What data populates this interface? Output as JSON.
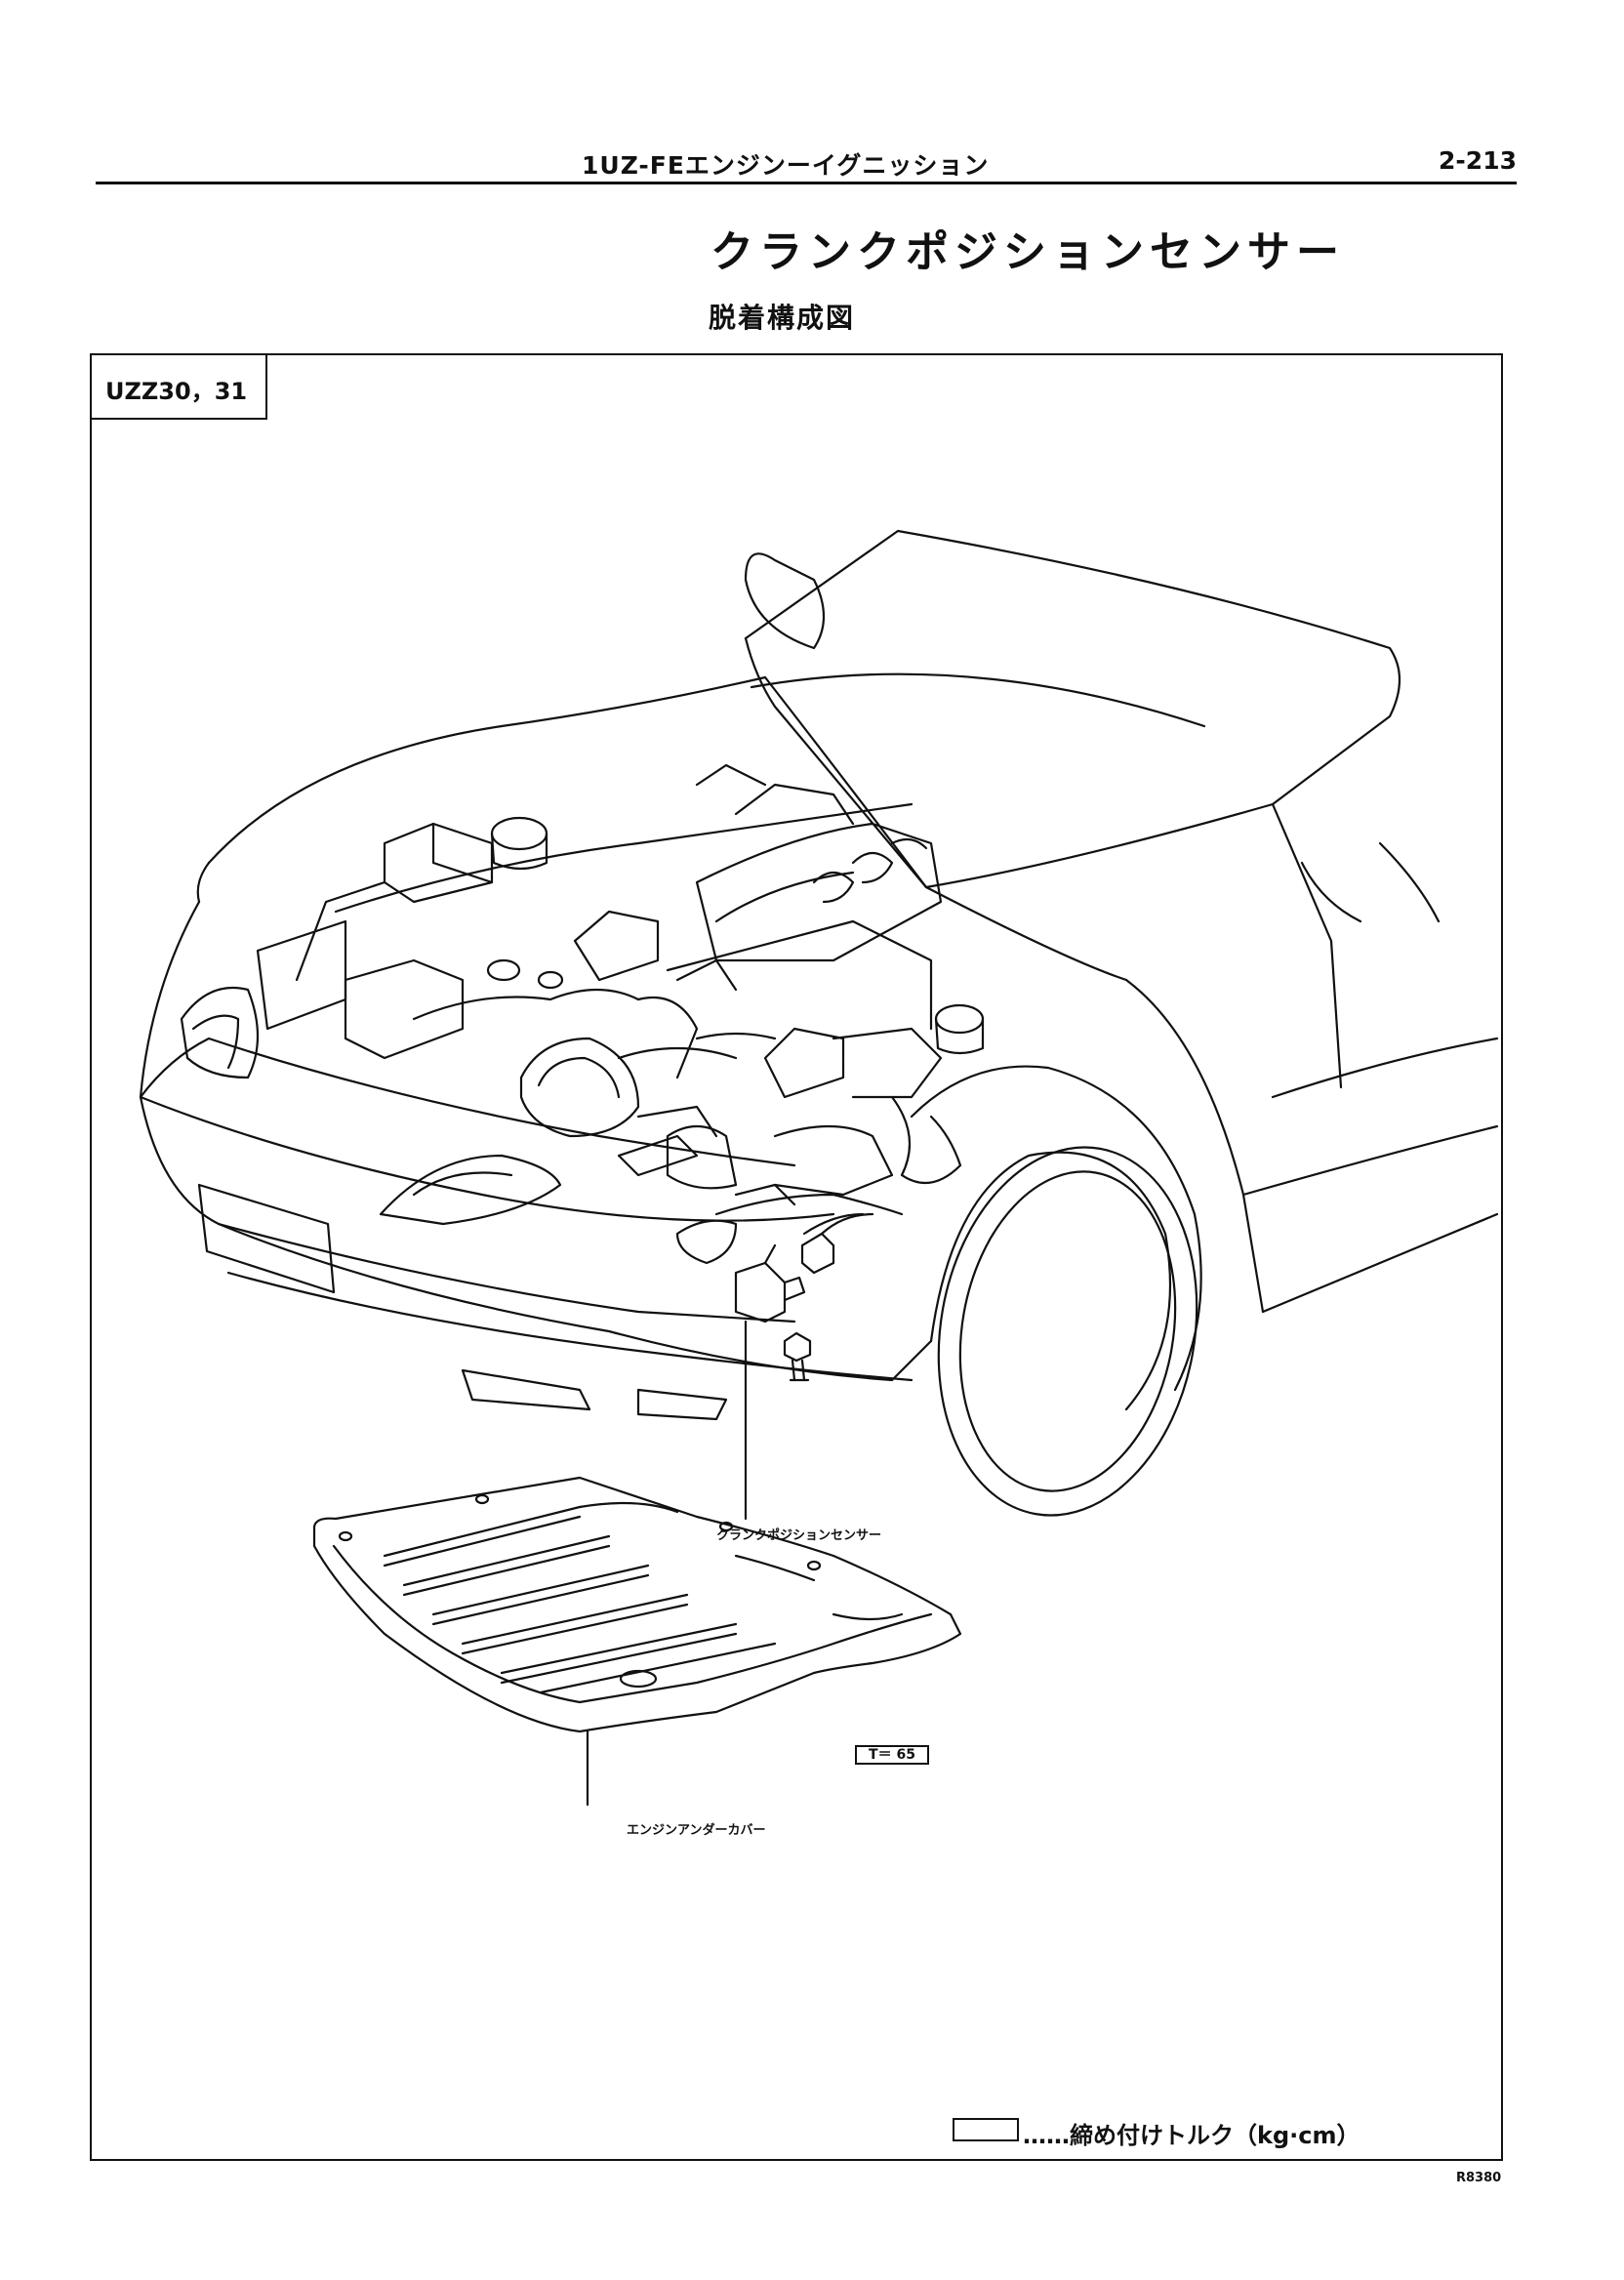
{
  "header": {
    "running_title": "1UZ-FEエンジンーイグニッション",
    "page_number": "2-213"
  },
  "section": {
    "title": "クランクポジションセンサー",
    "subtitle": "脱着構成図"
  },
  "diagram": {
    "model_tab": "UZZ30，31",
    "callouts": {
      "crank_sensor": "クランクポジションセンサー",
      "under_cover": "エンジンアンダーカバー",
      "torque": "T＝ 65"
    }
  },
  "legend": {
    "text": "……締め付けトルク（kg·cm）"
  },
  "figure_code": "R8380"
}
